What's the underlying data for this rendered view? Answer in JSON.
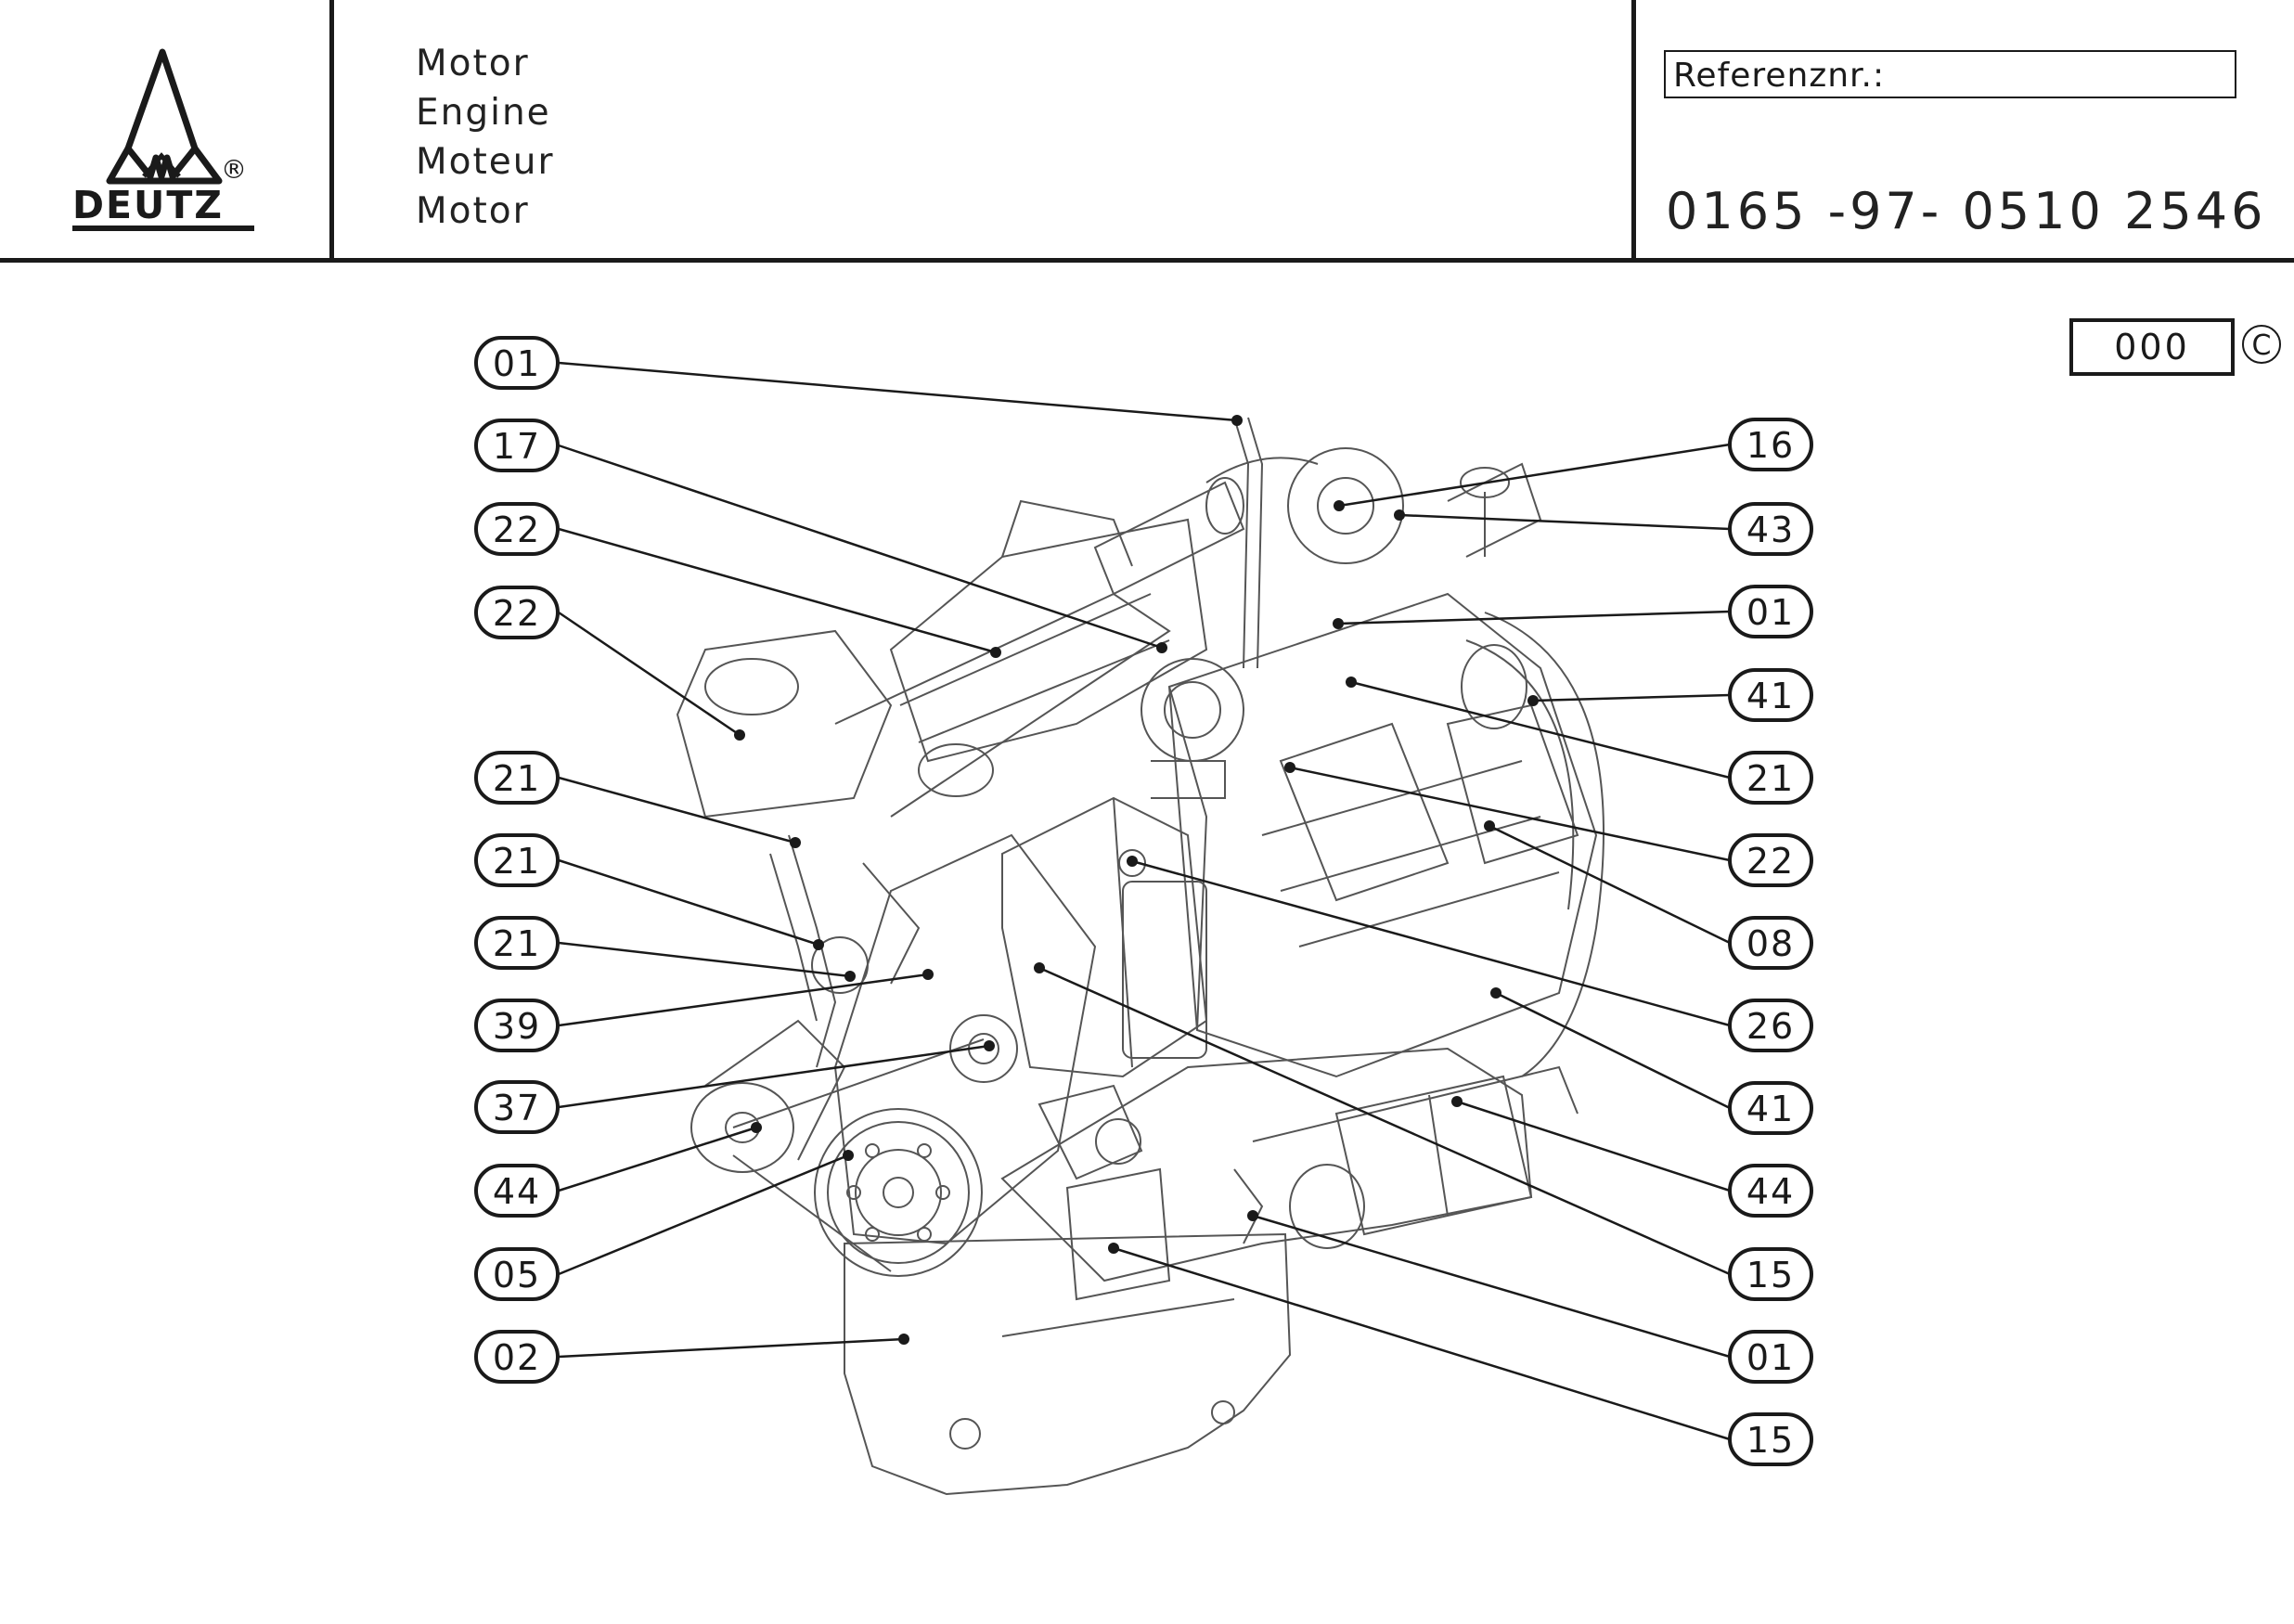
{
  "header": {
    "brand": "DEUTZ",
    "registered_mark": "®",
    "titles": [
      "Motor",
      "Engine",
      "Moteur",
      "Motor"
    ],
    "reference_label": "Referenznr.:",
    "reference_number": "0165  -97-  0510  2546",
    "page_code": "000",
    "copyright_mark": "C"
  },
  "callouts_left": [
    "01",
    "17",
    "22",
    "22",
    "21",
    "21",
    "21",
    "39",
    "37",
    "44",
    "05",
    "02"
  ],
  "callouts_right": [
    "16",
    "43",
    "01",
    "41",
    "21",
    "22",
    "08",
    "26",
    "41",
    "44",
    "15",
    "01",
    "15"
  ]
}
